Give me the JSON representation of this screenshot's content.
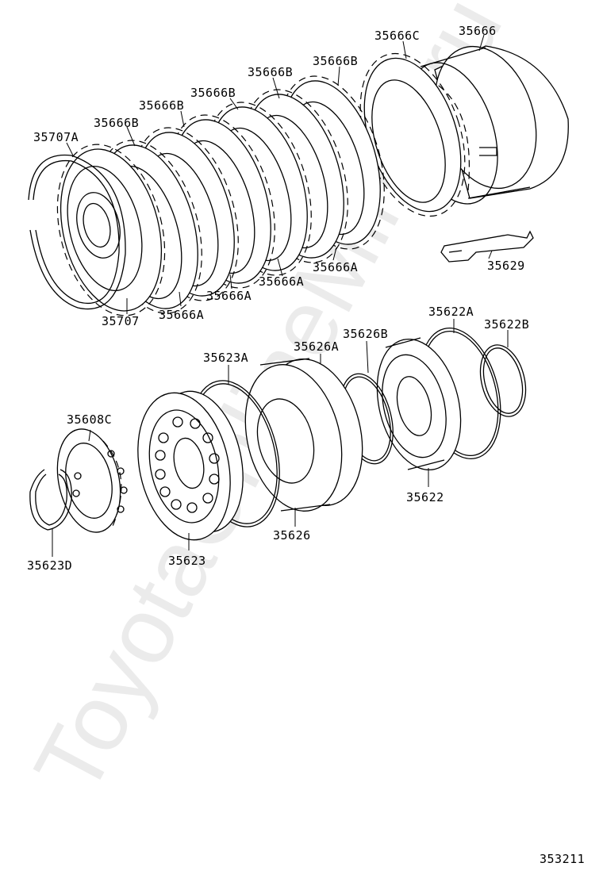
{
  "watermark": "ToyotaOnlineMiner.ru",
  "diagram_code": "353211",
  "labels": {
    "p35666C": "35666C",
    "p35666": "35666",
    "p35666B_1": "35666B",
    "p35666B_2": "35666B",
    "p35666B_3": "35666B",
    "p35666B_4": "35666B",
    "p35666B_5": "35666B",
    "p35707A": "35707A",
    "p35707": "35707",
    "p35666A_1": "35666A",
    "p35666A_2": "35666A",
    "p35666A_3": "35666A",
    "p35666A_4": "35666A",
    "p35629": "35629",
    "p35622A": "35622A",
    "p35622B": "35622B",
    "p35626B": "35626B",
    "p35626A": "35626A",
    "p35623A": "35623A",
    "p35608C": "35608C",
    "p35622": "35622",
    "p35626": "35626",
    "p35623": "35623",
    "p35623D": "35623D"
  }
}
